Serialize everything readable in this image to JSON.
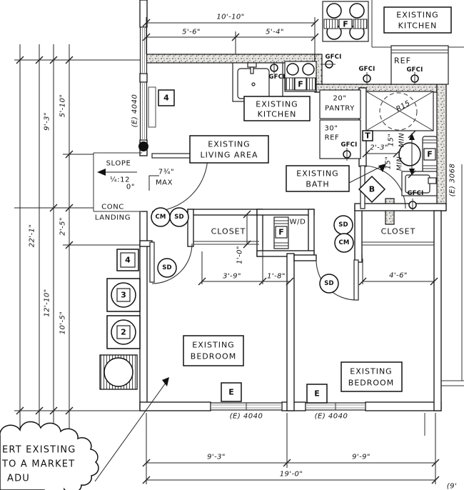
{
  "colors": {
    "ink": "#111111",
    "paper": "#ffffff",
    "glass": "#9b9b9b",
    "hatch_bg": "#e8e6e2"
  },
  "labels": {
    "kitchen_tr": {
      "l1": "EXISTING",
      "l2": "KITCHEN"
    },
    "kitchen_mid": {
      "l1": "EXISTING",
      "l2": "KITCHEN"
    },
    "living": {
      "l1": "EXISTING",
      "l2": "LIVING AREA"
    },
    "bath": {
      "l1": "EXISTING",
      "l2": "BATH"
    },
    "bedroom_left": {
      "l1": "EXISTING",
      "l2": "BEDROOM"
    },
    "bedroom_right": {
      "l1": "EXISTING",
      "l2": "BEDROOM"
    },
    "closet_left": "CLOSET",
    "closet_right": "CLOSET",
    "wd": "W/D",
    "ref_upper": "REF",
    "pantry": {
      "l1": "20\"",
      "l2": "PANTRY"
    },
    "ref30": {
      "l1": "30\"",
      "l2": "REF"
    },
    "conc": {
      "l1": "CONC",
      "l2": "LANDING"
    },
    "slope": {
      "l1": "SLOPE",
      "l2": "¼:12"
    },
    "threshold": {
      "l1": "7¾\"",
      "l2": "MAX"
    },
    "zero": "0\""
  },
  "dims": {
    "top_overall": "10'-10\"",
    "top_a": "5'-6\"",
    "top_b": "5'-4\"",
    "left_a": "9'-3\"",
    "left_b": "5'-10\"",
    "left_overall": "22'-1\"",
    "left_c": "2'-5\"",
    "left_d": "12'-10\"",
    "left_e": "10'-5\"",
    "bath_a": "2'-3\"",
    "clr": "15\"",
    "clr_min": "MIN",
    "cl_a": "3'-9\"",
    "cl_b": "1'-8\"",
    "cl_c": "1'-0\"",
    "cl_r": "4'-6\"",
    "shower_r": "R15",
    "bot_a": "9'-3\"",
    "bot_b": "9'-9\"",
    "bot_overall": "19'-0\""
  },
  "tags": {
    "win_left": "(E) 4040",
    "win_bed_left": "(E) 4040",
    "win_bed_right": "(E) 4040",
    "door_right": "(E) 3068",
    "key4": "4",
    "key3": "3",
    "key2": "2",
    "egress": "E",
    "fan": "F",
    "thermo": "T",
    "bubble_b": "B",
    "corner_partial": "(9'"
  },
  "devices": {
    "gfci": "GFCI",
    "sd": "SD",
    "cm": "CM"
  },
  "cloud": {
    "l1": "ERT EXISTING",
    "l2": "TO A MARKET",
    "l3": "ADU"
  }
}
